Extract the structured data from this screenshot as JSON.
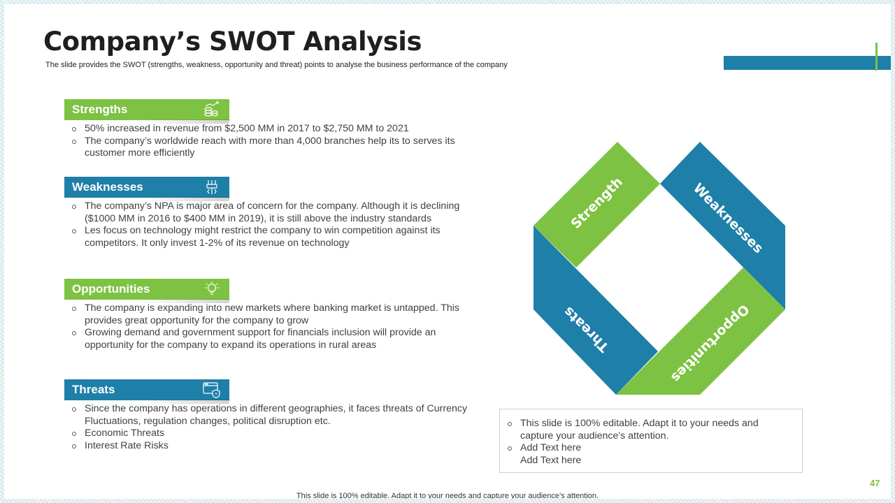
{
  "title": "Company’s SWOT Analysis",
  "subtitle": "The slide provides the SWOT (strengths, weakness, opportunity and threat) points to analyse the business performance of the company",
  "colors": {
    "green": "#7dc242",
    "blue": "#1e7fa8"
  },
  "sections": [
    {
      "label": "Strengths",
      "color": "green",
      "icon": "money-growth-icon",
      "bullets": [
        "50% increased in revenue from $2,500 MM  in 2017 to $2,750 MM to 2021",
        "The company’s worldwide reach with more than 4,000 branches help its to serves its customer more efficiently"
      ]
    },
    {
      "label": "Weaknesses",
      "color": "blue",
      "icon": "fragile-tool-icon",
      "bullets": [
        "The company’s NPA is major area of concern for the company. Although  it is declining ($1000 MM in 2016 to $400 MM in 2019), it is still above the industry standards",
        "Les focus on technology might restrict the company to win competition against its competitors. It only invest 1-2% of its revenue on technology"
      ]
    },
    {
      "label": "Opportunities",
      "color": "green",
      "icon": "lightbulb-icon",
      "bullets": [
        "The company is expanding into new markets where banking market is untapped. This provides great opportunity for the company to grow",
        "Growing demand and government support for financials inclusion will provide an opportunity for the company to expand  its operations in rural areas"
      ]
    },
    {
      "label": "Threats",
      "color": "blue",
      "icon": "browser-shield-icon",
      "bullets": [
        "Since the company has operations in different geographies, it faces threats of Currency Fluctuations, regulation changes, political disruption etc.",
        "Economic Threats",
        "Interest Rate Risks"
      ]
    }
  ],
  "diagram": {
    "strength": "Strength",
    "weaknesses": "Weaknesses",
    "opportunities": "Opportunities",
    "threats": "Threats"
  },
  "note": {
    "bullets": [
      "This slide is 100% editable. Adapt it to your needs and capture your audience's attention.",
      "Add Text here\nAdd Text here"
    ]
  },
  "page_number": "47",
  "footer": "This slide is 100% editable. Adapt it to your needs and capture your audience’s attention."
}
